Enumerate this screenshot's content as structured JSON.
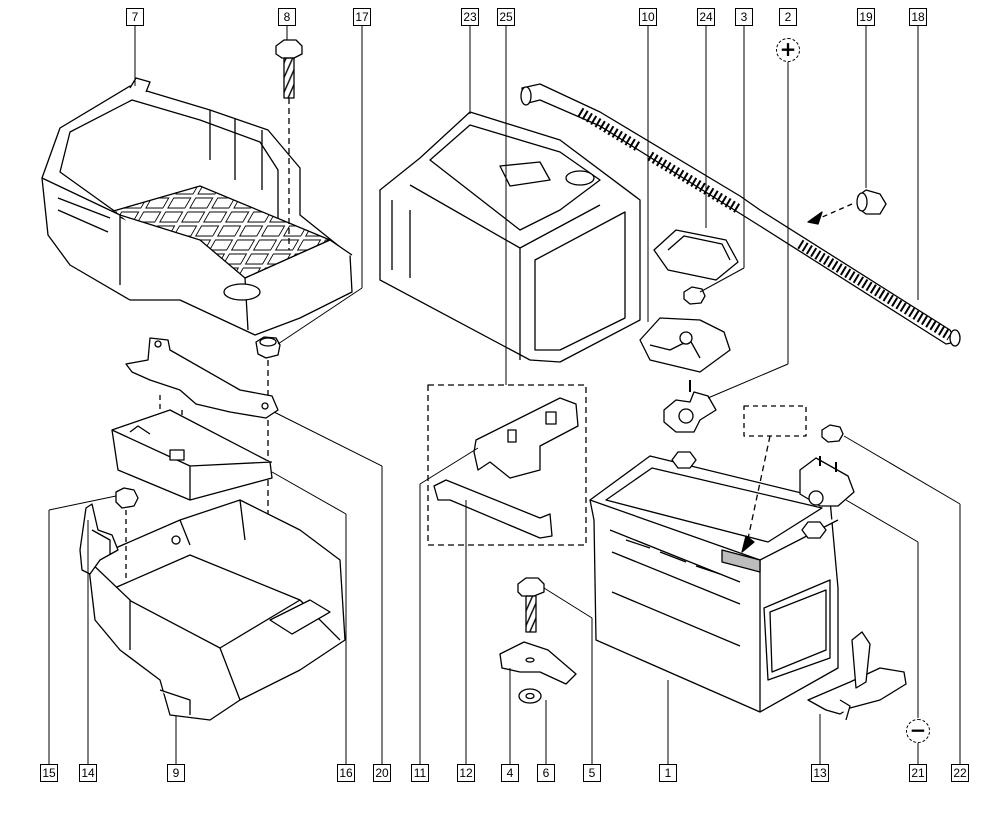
{
  "labels": {
    "n7": "7",
    "n8": "8",
    "n17": "17",
    "n23": "23",
    "n25": "25",
    "n10": "10",
    "n24": "24",
    "n3": "3",
    "n2": "2",
    "n19": "19",
    "n18": "18",
    "n15": "15",
    "n14": "14",
    "n9": "9",
    "n16": "16",
    "n20": "20",
    "n11": "11",
    "n12": "12",
    "n4": "4",
    "n6": "6",
    "n5": "5",
    "n1": "1",
    "n13": "13",
    "n21": "21",
    "n22": "22"
  },
  "symbols": {
    "positive": "+",
    "negative": "−"
  },
  "colors": {
    "line": "#000000",
    "fill": "#ffffff",
    "shade": "#bdbdbd"
  }
}
